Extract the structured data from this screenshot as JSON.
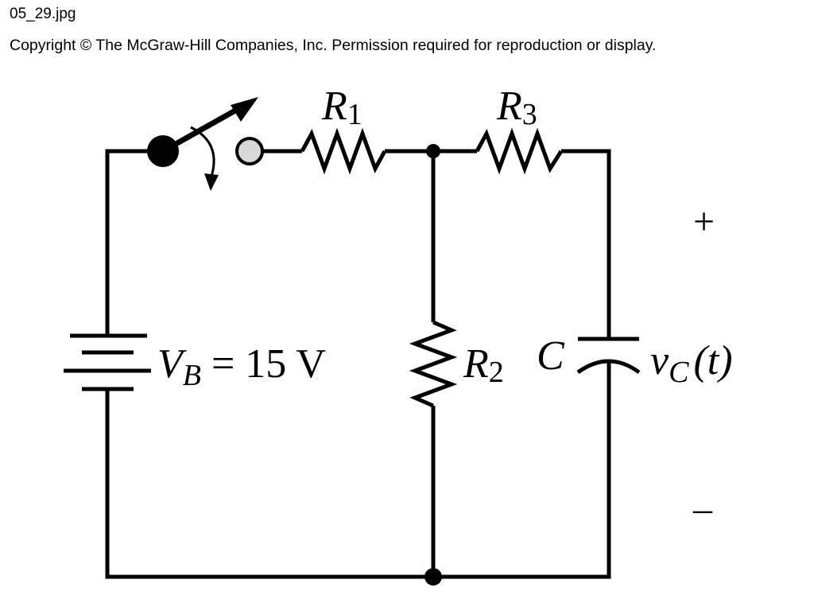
{
  "file_name": "05_29.jpg",
  "copyright": "Copyright © The McGraw-Hill Companies, Inc. Permission required for reproduction or display.",
  "labels": {
    "r1_sym": "R",
    "r1_sub": "1",
    "r3_sym": "R",
    "r3_sub": "3",
    "r2_sym": "R",
    "r2_sub": "2",
    "vb_sym": "V",
    "vb_sub": "B",
    "vb_value": " = 15 V",
    "cap_sym": "C",
    "vc_sym": "v",
    "vc_sub": "C",
    "vc_arg": "(t)",
    "plus": "+",
    "minus": "–"
  },
  "colors": {
    "wire": "#000000",
    "open_contact_fill": "#d9d9d9",
    "background": "#ffffff"
  }
}
